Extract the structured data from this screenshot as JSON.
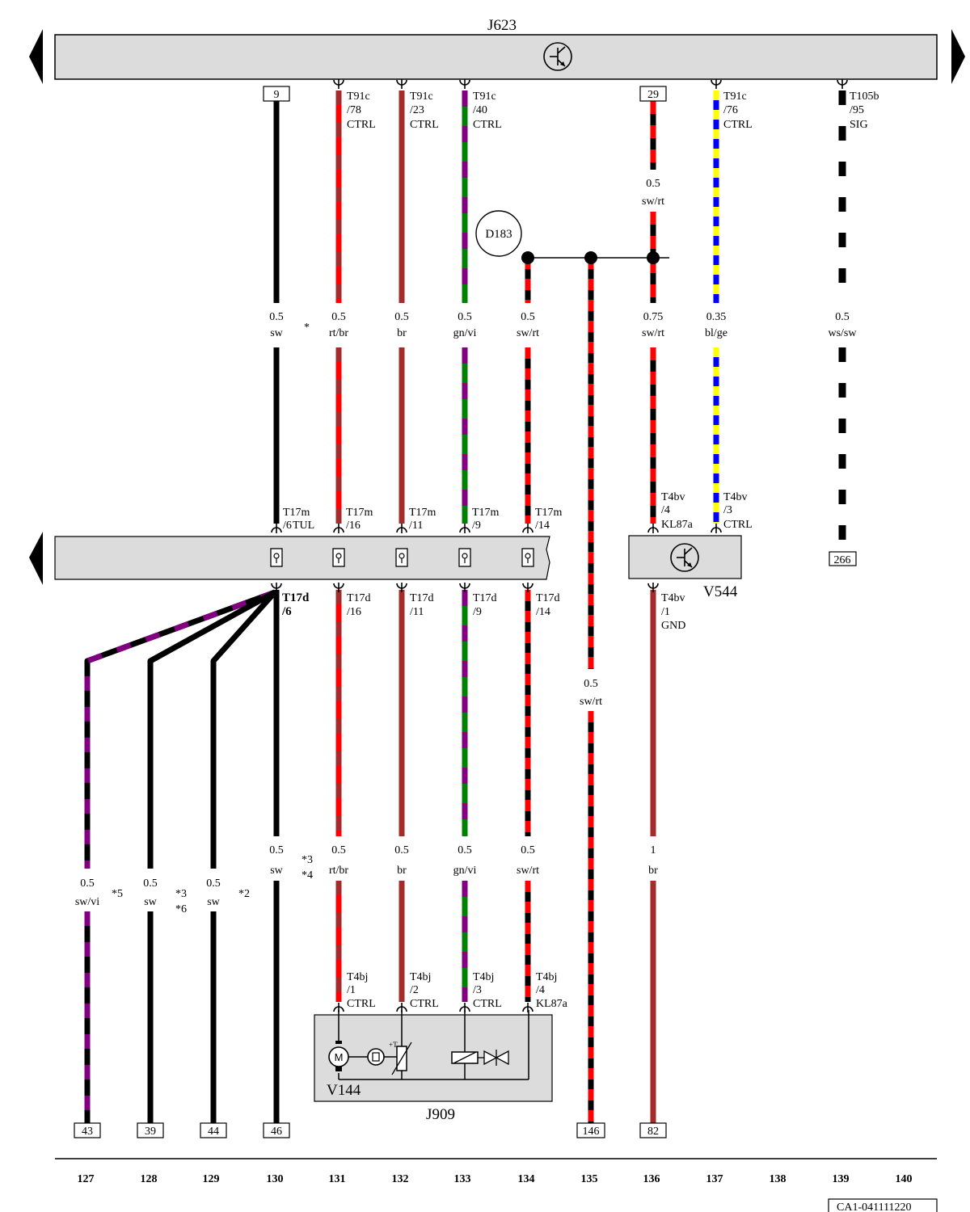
{
  "colors": {
    "sw": "#000000",
    "rt": "#ff0000",
    "br": "#a52a2a",
    "gn": "#008000",
    "vi": "#800080",
    "bl": "#0000ff",
    "ge": "#ffff00",
    "ws": "#ffffff",
    "box_fill": "#dcdcdc"
  },
  "components": {
    "top_bus": "J623",
    "middle_component": "V544",
    "bottom_box": "J909",
    "motor": "V144",
    "splice": "D183"
  },
  "wires": [
    {
      "id": "w130",
      "column": "130",
      "top_ref": "9",
      "top_pin": [
        "",
        "",
        ""
      ],
      "top_label": [
        "0.5",
        "sw"
      ],
      "mid_pin_top": [
        "T17m",
        "/6",
        "TUL"
      ],
      "mid_pin_bottom": [
        "T17d",
        "/6"
      ],
      "bottom_label": [
        "0.5",
        "sw"
      ],
      "note_top": "*",
      "note_bottom": [
        "*3",
        "*4"
      ],
      "bottom_pin": [
        "",
        "",
        ""
      ],
      "bottom_ref": "46"
    },
    {
      "id": "w131",
      "column": "131",
      "top_pin": [
        "T91c",
        "/78",
        "CTRL"
      ],
      "top_label": [
        "0.5",
        "rt/br"
      ],
      "mid_pin_top": [
        "T17m",
        "/16"
      ],
      "mid_pin_bottom": [
        "T17d",
        "/16"
      ],
      "bottom_label": [
        "0.5",
        "rt/br"
      ],
      "bottom_pin": [
        "T4bj",
        "/1",
        "CTRL"
      ]
    },
    {
      "id": "w132",
      "column": "132",
      "top_pin": [
        "T91c",
        "/23",
        "CTRL"
      ],
      "top_label": [
        "0.5",
        "br"
      ],
      "mid_pin_top": [
        "T17m",
        "/11"
      ],
      "mid_pin_bottom": [
        "T17d",
        "/11"
      ],
      "bottom_label": [
        "0.5",
        "br"
      ],
      "bottom_pin": [
        "T4bj",
        "/2",
        "CTRL"
      ]
    },
    {
      "id": "w133",
      "column": "133",
      "top_pin": [
        "T91c",
        "/40",
        "CTRL"
      ],
      "top_label": [
        "0.5",
        "gn/vi"
      ],
      "mid_pin_top": [
        "T17m",
        "/9"
      ],
      "mid_pin_bottom": [
        "T17d",
        "/9"
      ],
      "bottom_label": [
        "0.5",
        "gn/vi"
      ],
      "bottom_pin": [
        "T4bj",
        "/3",
        "CTRL"
      ]
    },
    {
      "id": "w134",
      "column": "134",
      "top_label": [
        "0.5",
        "sw/rt"
      ],
      "mid_pin_top": [
        "T17m",
        "/14"
      ],
      "mid_pin_bottom": [
        "T17d",
        "/14"
      ],
      "bottom_label": [
        "0.5",
        "sw/rt"
      ],
      "bottom_pin": [
        "T4bj",
        "/4",
        "KL87a"
      ]
    },
    {
      "id": "w135",
      "column": "135",
      "mid_label": [
        "0.5",
        "sw/rt"
      ],
      "bottom_ref": "146"
    },
    {
      "id": "w136",
      "column": "136",
      "top_ref": "29",
      "upper_label": [
        "0.5",
        "sw/rt"
      ],
      "top_label": [
        "0.75",
        "sw/rt"
      ],
      "mid_pin_top": [
        "T4bv",
        "/4",
        "KL87a"
      ],
      "mid_pin_bottom": [
        "T4bv",
        "/1",
        "GND"
      ],
      "bottom_label": [
        "1",
        "br"
      ],
      "bottom_ref": "82"
    },
    {
      "id": "w137",
      "column": "137",
      "top_pin": [
        "T91c",
        "/76",
        "CTRL"
      ],
      "top_label": [
        "0.35",
        "bl/ge"
      ],
      "mid_pin_top": [
        "T4bv",
        "/3",
        "CTRL"
      ]
    },
    {
      "id": "w139",
      "column": "139",
      "top_pin": [
        "T105b",
        "/95",
        "SIG"
      ],
      "top_label": [
        "0.5",
        "ws/sw"
      ],
      "bottom_ref": "266"
    }
  ],
  "branches": [
    {
      "id": "b127",
      "column": "127",
      "label": [
        "0.5",
        "sw/vi"
      ],
      "note": [
        "*5"
      ],
      "bottom_ref": "43"
    },
    {
      "id": "b128",
      "column": "128",
      "label": [
        "0.5",
        "sw"
      ],
      "note": [
        "*3",
        "*6"
      ],
      "bottom_ref": "39"
    },
    {
      "id": "b129",
      "column": "129",
      "label": [
        "0.5",
        "sw"
      ],
      "note": [
        "*2"
      ],
      "bottom_ref": "44"
    }
  ],
  "columns": [
    "127",
    "128",
    "129",
    "130",
    "131",
    "132",
    "133",
    "134",
    "135",
    "136",
    "137",
    "138",
    "139",
    "140"
  ],
  "footer_code": "CA1-041111220"
}
